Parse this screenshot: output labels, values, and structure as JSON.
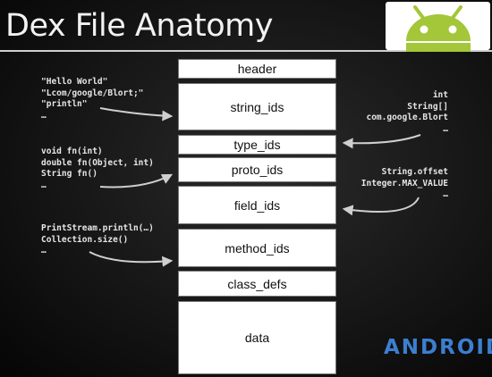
{
  "title": "Dex File Anatomy",
  "sections": [
    {
      "label": "header"
    },
    {
      "label": "string_ids"
    },
    {
      "label": "type_ids"
    },
    {
      "label": "proto_ids"
    },
    {
      "label": "field_ids"
    },
    {
      "label": "method_ids"
    },
    {
      "label": "class_defs"
    },
    {
      "label": "data"
    }
  ],
  "annotations": {
    "strings": [
      "\"Hello World\"",
      "\"Lcom/google/Blort;\"",
      "\"println\"",
      "…"
    ],
    "types": [
      "int",
      "String[]",
      "com.google.Blort",
      "…"
    ],
    "protos": [
      "void fn(int)",
      "double fn(Object, int)",
      "String fn()",
      "…"
    ],
    "fields": [
      "String.offset",
      "Integer.MAX_VALUE",
      "…"
    ],
    "methods": [
      "PrintStream.println(…)",
      "Collection.size()",
      "…"
    ]
  },
  "logo": {
    "wordmark": "ANDROID",
    "robot_color": "#a4c639",
    "wordmark_color": "#3c7fd1"
  },
  "colors": {
    "background": "#141414",
    "text": "#e6e6e6",
    "box": "#ffffff"
  }
}
